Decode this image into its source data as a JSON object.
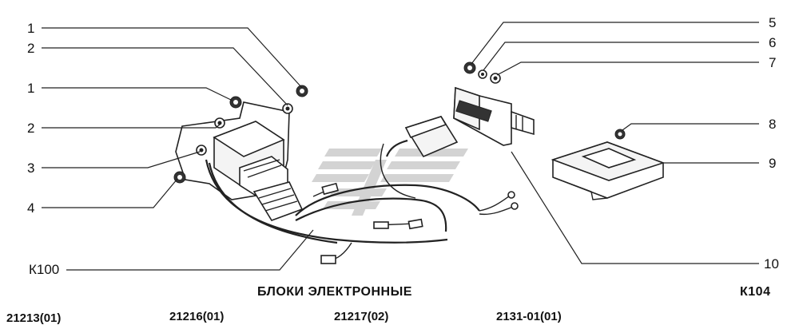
{
  "title": "БЛОКИ ЭЛЕКТРОННЫЕ",
  "section_code": "К104",
  "harness_label": "К100",
  "callouts": {
    "left": [
      "1",
      "2",
      "1",
      "2",
      "3",
      "4"
    ],
    "right": [
      "5",
      "6",
      "7",
      "8",
      "9",
      "10"
    ]
  },
  "model_codes": [
    "21213(01)",
    "21216(01)",
    "21217(02)",
    "2131-01(01)"
  ],
  "colors": {
    "line": "#222222",
    "watermark": "#c8c8c8"
  }
}
